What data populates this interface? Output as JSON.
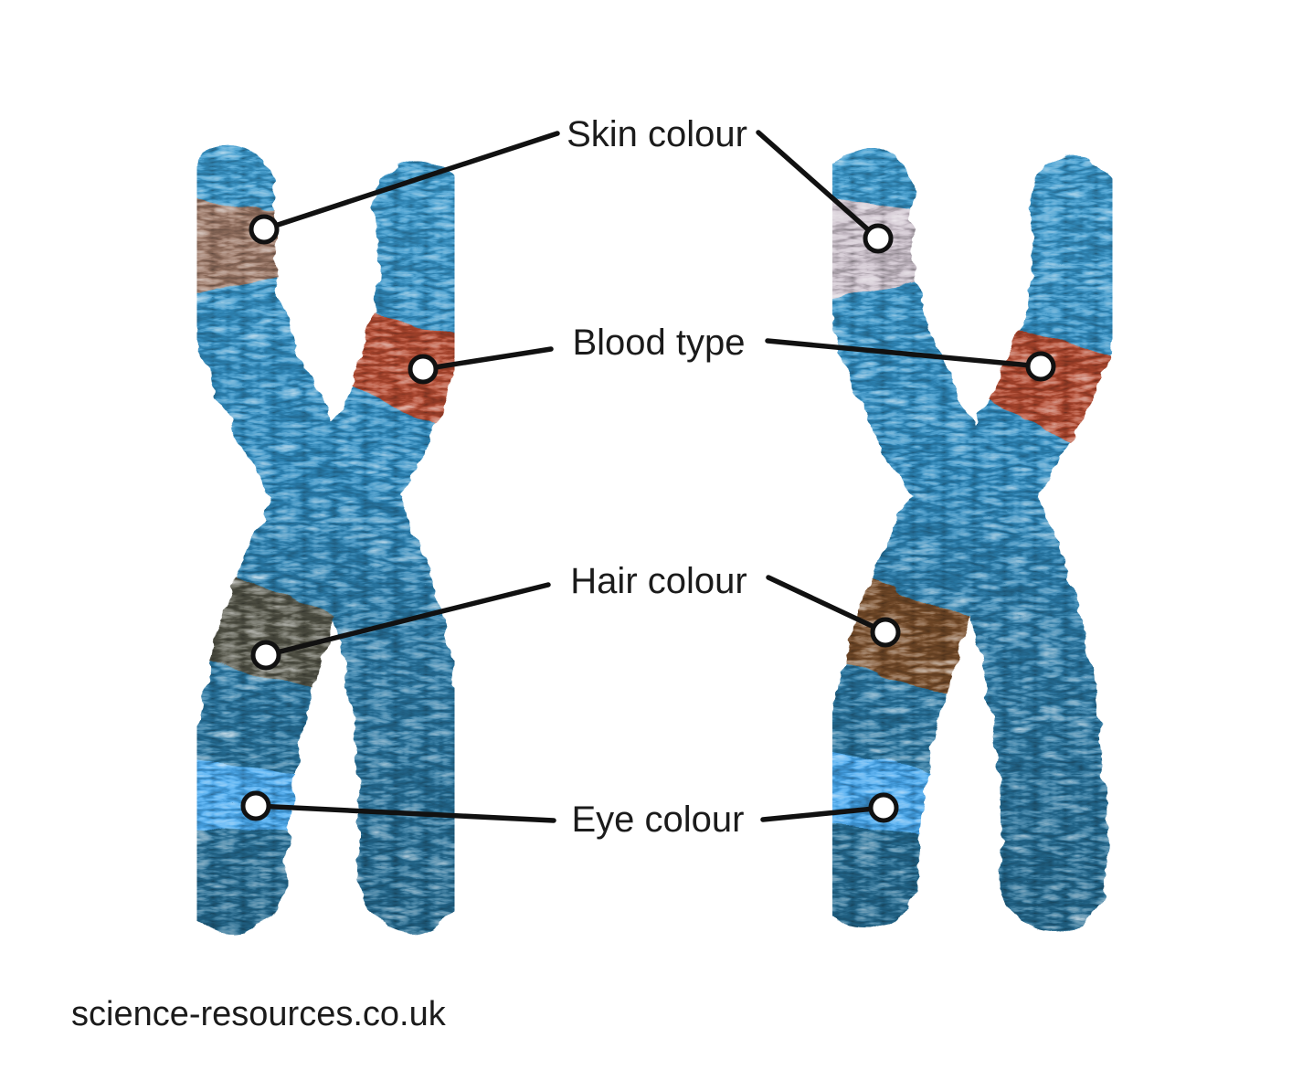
{
  "page": {
    "background": "#ffffff",
    "watermark": "science-resources.co.uk"
  },
  "diagram": {
    "description": "Pair of homologous chromosomes with four gene loci labelled by callouts",
    "genes": [
      {
        "id": "skin-colour",
        "label": "Skin colour",
        "left_band_color": "#9c7765",
        "right_band_color": "#cfc4cf"
      },
      {
        "id": "blood-type",
        "label": "Blood type",
        "left_band_color": "#b84b31",
        "right_band_color": "#b5492f"
      },
      {
        "id": "hair-colour",
        "label": "Hair colour",
        "left_band_color": "#555649",
        "right_band_color": "#7b4f2b"
      },
      {
        "id": "eye-colour",
        "label": "Eye colour",
        "left_band_color": "#49acf3",
        "right_band_color": "#46a9f1"
      }
    ],
    "chromosome_colors": {
      "top": "#3a9bd0",
      "upper": "#2f8ec4",
      "lower": "#2b7dab",
      "bottom": "#236a90"
    },
    "callout": {
      "line_color": "#111111",
      "marker_fill": "#ffffff",
      "marker_stroke": "#111111"
    },
    "text_color": "#1b1b1b"
  }
}
